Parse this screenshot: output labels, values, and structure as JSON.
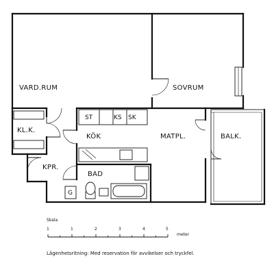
{
  "rooms": {
    "vardrum": "VARD.RUM",
    "sovrum": "SOVRUM",
    "klk": "KL.K.",
    "kok": "KÖK",
    "matpl": "MATPL.",
    "balk": "BALK.",
    "kpr": "KPR.",
    "bad": "BAD"
  },
  "fixtures": {
    "st": "ST",
    "ks": "KS",
    "sk": "SK",
    "g": "G"
  },
  "scale": {
    "title": "Skala",
    "ticks": [
      "1",
      "1",
      "2",
      "3",
      "4",
      "5"
    ],
    "unit": "meter"
  },
  "caption": "Lägenhetsritning: Med reservation för avvikelser och tryckfel."
}
